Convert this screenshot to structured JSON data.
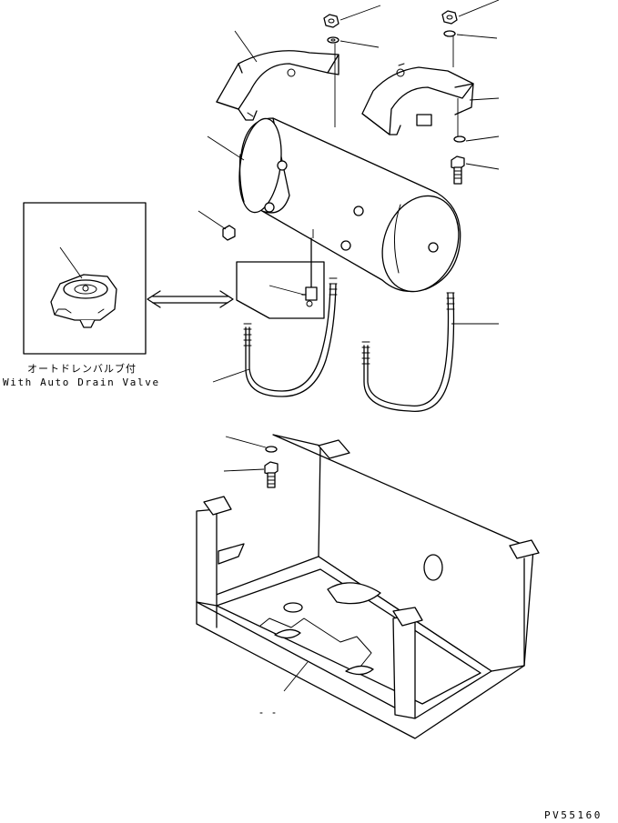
{
  "inset": {
    "caption_jp": "オートドレンバルブ付",
    "caption_en": "With Auto Drain Valve"
  },
  "drawing_code": "PV55160"
}
